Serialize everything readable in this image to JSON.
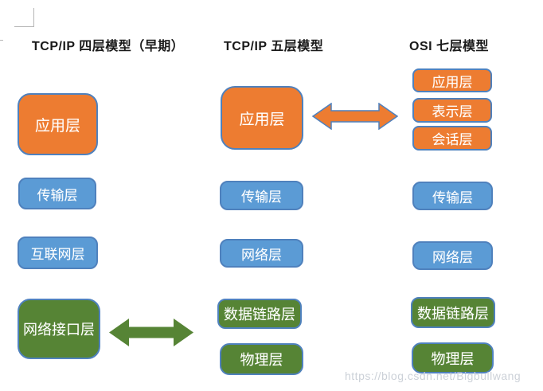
{
  "colors": {
    "orange": "#ED7C31",
    "blue": "#5B9BD5",
    "green": "#568435",
    "border": "#4F81BD",
    "title": "#1a1a1a",
    "box_text": "#ffffff",
    "watermark": "#ccd1d8",
    "corner": "#b5b5b5"
  },
  "columns": [
    {
      "title": "TCP/IP 四层模型（早期）",
      "layers": [
        {
          "label": "应用层",
          "color": "orange"
        },
        {
          "label": "传输层",
          "color": "blue"
        },
        {
          "label": "互联网层",
          "color": "blue"
        },
        {
          "label": "网络接口层",
          "color": "green"
        }
      ]
    },
    {
      "title": "TCP/IP 五层模型",
      "layers": [
        {
          "label": "应用层",
          "color": "orange"
        },
        {
          "label": "传输层",
          "color": "blue"
        },
        {
          "label": "网络层",
          "color": "blue"
        },
        {
          "label": "数据链路层",
          "color": "green"
        },
        {
          "label": "物理层",
          "color": "green"
        }
      ]
    },
    {
      "title": "OSI 七层模型",
      "layers": [
        {
          "label": "应用层",
          "color": "orange"
        },
        {
          "label": "表示层",
          "color": "orange"
        },
        {
          "label": "会话层",
          "color": "orange"
        },
        {
          "label": "传输层",
          "color": "blue"
        },
        {
          "label": "网络层",
          "color": "blue"
        },
        {
          "label": "数据链路层",
          "color": "green"
        },
        {
          "label": "物理层",
          "color": "green"
        }
      ]
    }
  ],
  "arrows": [
    {
      "name": "orange-double-arrow",
      "color": "orange"
    },
    {
      "name": "green-double-arrow",
      "color": "green"
    }
  ],
  "watermark": "https://blog.csdn.net/Bigbullwang"
}
